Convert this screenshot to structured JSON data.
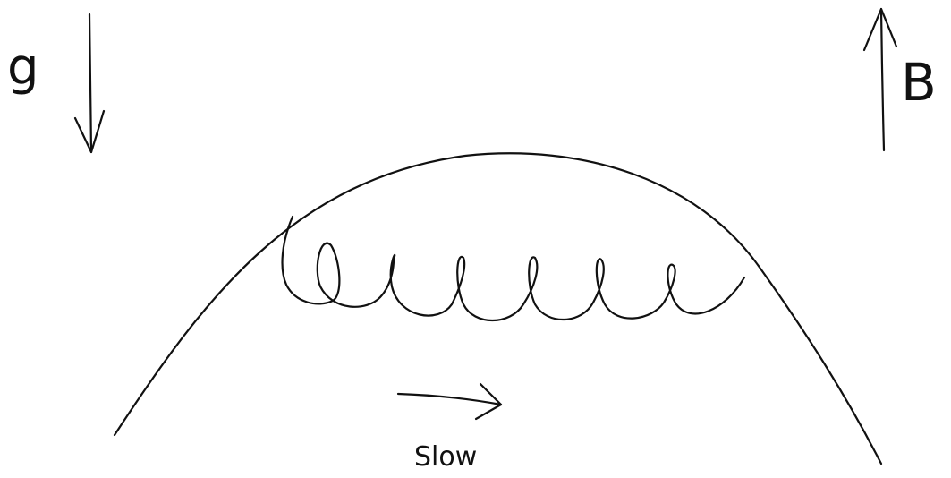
{
  "labels": {
    "gravity": "g",
    "magnetic_field": "B",
    "drift": "Slow"
  },
  "colors": {
    "ink": "#111111",
    "background": "#ffffff"
  }
}
